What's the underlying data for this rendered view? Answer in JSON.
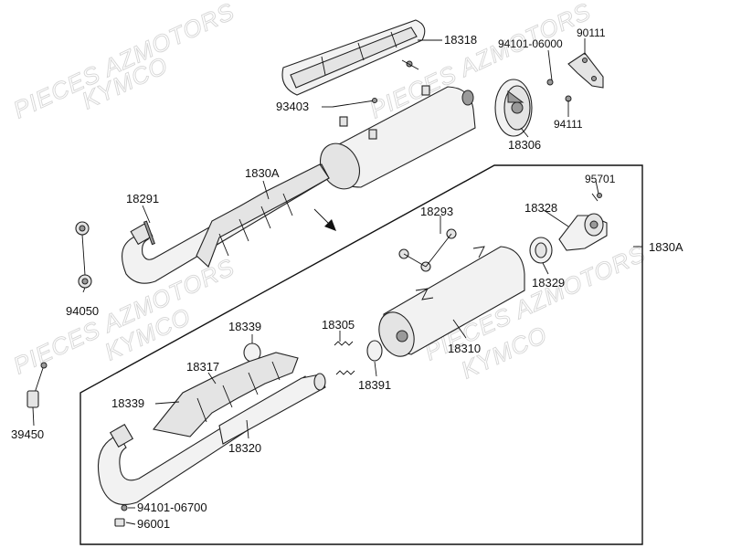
{
  "watermarks": {
    "upper_line1": "PIECES AZMOTORS",
    "upper_line2": "KYMCO",
    "lower_line1": "PIECES AZMOTORS",
    "lower_line2": "KYMCO"
  },
  "labels": {
    "heat_shield_upper": "18318",
    "rivet_upper": "94101-06000",
    "bolt_upper": "90111",
    "screw": "93403",
    "washer_upper": "94111",
    "end_cap": "18306",
    "exhaust_assy_upper": "1830A",
    "gasket_upper": "18291",
    "nut": "94050",
    "o2_sensor": "39450",
    "exhaust_assy_boxed": "1830A",
    "bracket": "18293",
    "tail_pipe": "18328",
    "clip": "95701",
    "tail_gasket": "18329",
    "clamp_upper": "18339",
    "spring": "18305",
    "muffler": "18310",
    "heat_shield_lower": "18317",
    "clamp_lower": "18339",
    "ring_gasket": "18391",
    "exhaust_pipe": "18320",
    "rivet_lower": "94101-06700",
    "bolt_lower": "96001"
  }
}
